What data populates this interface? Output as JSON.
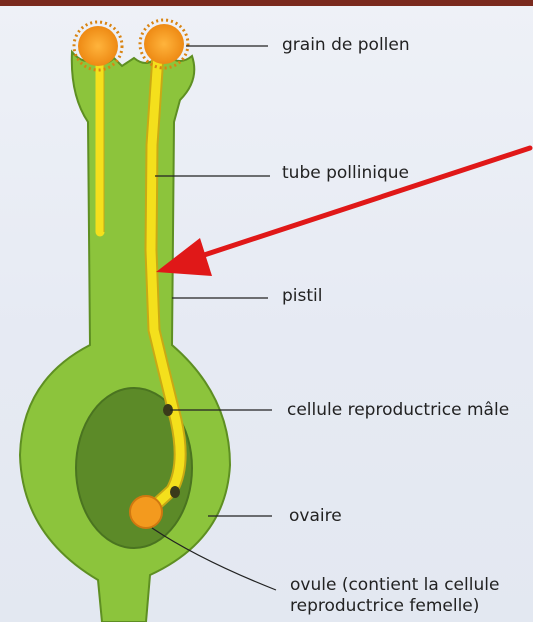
{
  "labels": {
    "pollen_grain": "grain de pollen",
    "pollen_tube": "tube pollinique",
    "pistil": "pistil",
    "male_cell": "cellule reproductrice mâle",
    "ovary": "ovaire",
    "ovule_line1": "ovule (contient la cellule",
    "ovule_line2": "reproductrice femelle)"
  },
  "colors": {
    "pistil_green": "#8cc43c",
    "ovary_dark": "#5c8a28",
    "pollen_tube": "#f4e01c",
    "pollen_orange": "#f39a1e",
    "arrow_red": "#e01818"
  }
}
